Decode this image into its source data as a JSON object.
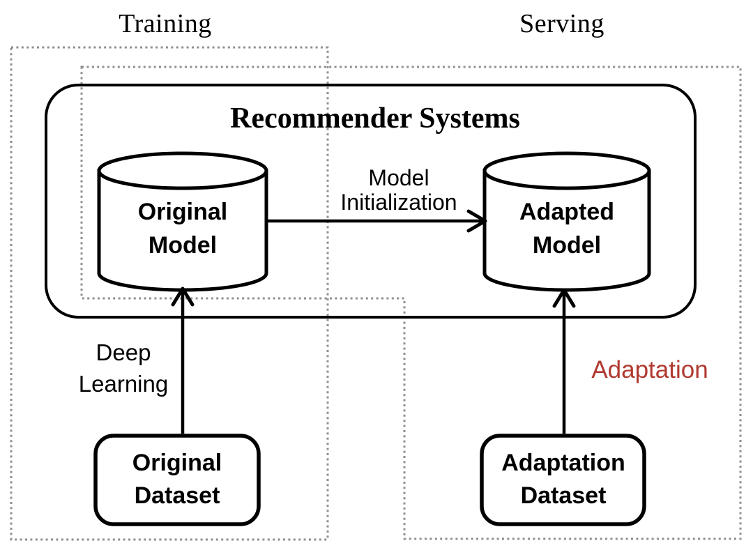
{
  "figure": {
    "background": "#ffffff",
    "colors": {
      "line": "#000000",
      "dotted_border": "#8F8F8F",
      "adaptation_red": "#B03A30",
      "node_fill": "#FFFFFF"
    }
  },
  "regions": {
    "training": {
      "label": "Training"
    },
    "serving": {
      "label": "Serving"
    }
  },
  "system_box": {
    "title": "Recommender Systems"
  },
  "nodes": {
    "original_model": {
      "shape": "cylinder",
      "lines": [
        "Original",
        "Model"
      ]
    },
    "adapted_model": {
      "shape": "cylinder",
      "lines": [
        "Adapted",
        "Model"
      ]
    },
    "original_dataset": {
      "shape": "rounded-box",
      "lines": [
        "Original",
        "Dataset"
      ]
    },
    "adaptation_dataset": {
      "shape": "rounded-box",
      "lines": [
        "Adaptation",
        "Dataset"
      ]
    }
  },
  "edges": {
    "model_initialization": {
      "from": "original_model",
      "to": "adapted_model",
      "lines": [
        "Model",
        "Initialization"
      ]
    },
    "deep_learning": {
      "from": "original_dataset",
      "to": "original_model",
      "lines": [
        "Deep",
        "Learning"
      ]
    },
    "adaptation": {
      "from": "adaptation_dataset",
      "to": "adapted_model",
      "label": "Adaptation",
      "color": "#B03A30"
    }
  }
}
